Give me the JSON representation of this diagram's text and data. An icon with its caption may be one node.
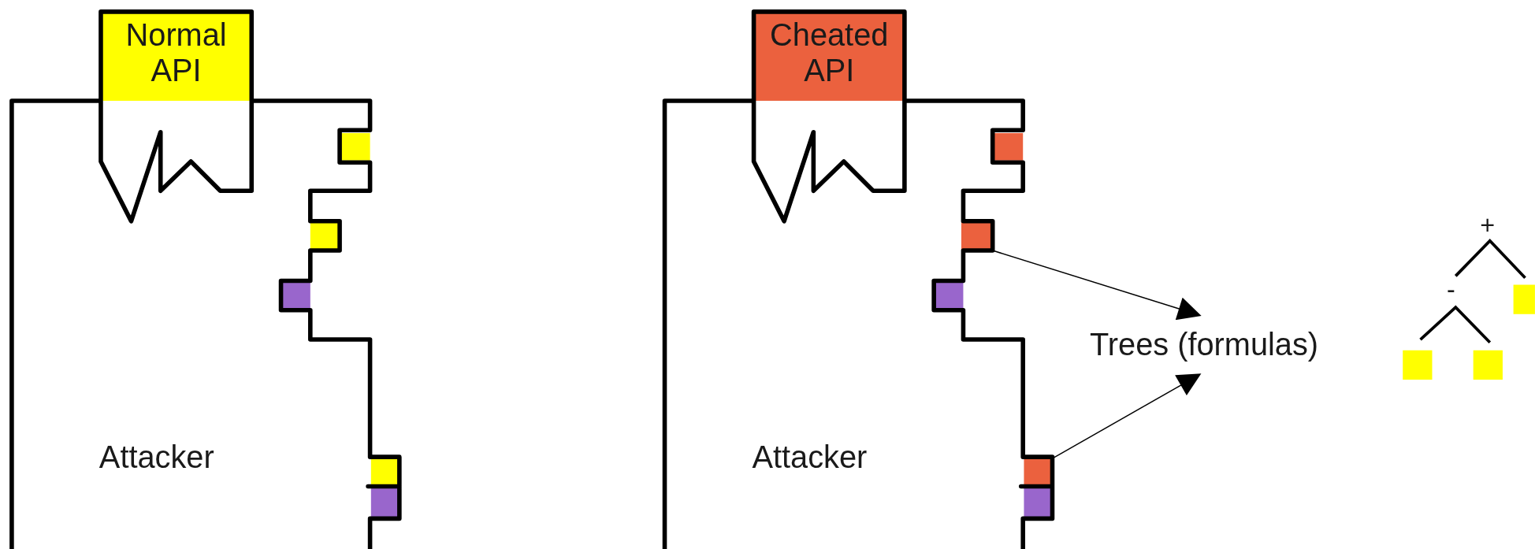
{
  "diagram": {
    "nodes": [
      {
        "text": [
          "Normal API"
        ]
      },
      {
        "text": [
          "Attacker"
        ]
      },
      {
        "text": [
          "Cheated API"
        ]
      },
      {
        "text": [
          "Attacker"
        ]
      },
      {
        "text": [],
        "shape": "box",
        "in": 3
      },
      {
        "text": [],
        "shape": "box",
        "in": 3
      },
      {
        "text": [
          "Trees (formulas)"
        ]
      }
    ],
    "edges": [
      {
        "from": 4,
        "to": 6,
        "arrow": "to"
      },
      {
        "from": 5,
        "to": 6,
        "arrow": "to"
      }
    ],
    "labels": [
      "+",
      "-"
    ]
  }
}
